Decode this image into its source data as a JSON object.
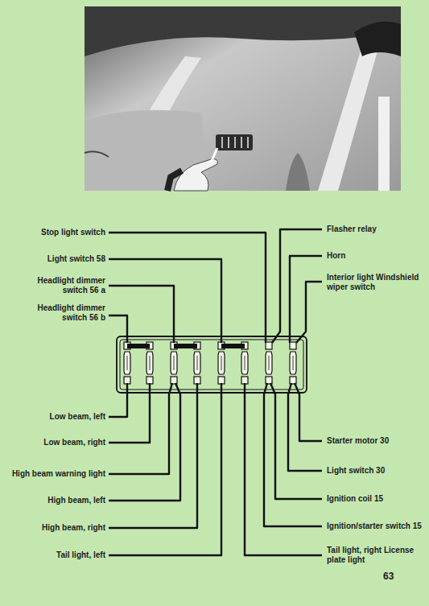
{
  "diagram": {
    "labels": [
      "Stop light switch",
      "Flasher relay",
      "Light switch 58",
      "Horn",
      "Headlight dimmer switch 56 a",
      "Interior light Windshield wiper switch",
      "Headlight dimmer switch 56 b",
      "Low beam, left",
      "Low beam, right",
      "Starter motor 30",
      "Light switch 30",
      "High beam warning light",
      "High beam, left",
      "Ignition coil 15",
      "High beam, right",
      "Ignition/starter switch 15",
      "Tail light, left",
      "Tail light, right License plate light",
      "63"
    ]
  }
}
